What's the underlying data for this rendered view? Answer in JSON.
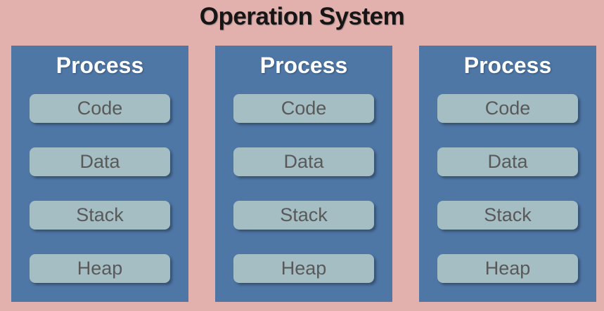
{
  "title": "Operation System",
  "processes": [
    {
      "label": "Process",
      "segments": [
        "Code",
        "Data",
        "Stack",
        "Heap"
      ]
    },
    {
      "label": "Process",
      "segments": [
        "Code",
        "Data",
        "Stack",
        "Heap"
      ]
    },
    {
      "label": "Process",
      "segments": [
        "Code",
        "Data",
        "Stack",
        "Heap"
      ]
    }
  ],
  "colors": {
    "background": "#e2b1ae",
    "process_box": "#4e77a6",
    "segment_box": "#a4bec4",
    "segment_text": "#595959",
    "process_label": "#ffffff",
    "title_text": "#161616"
  }
}
